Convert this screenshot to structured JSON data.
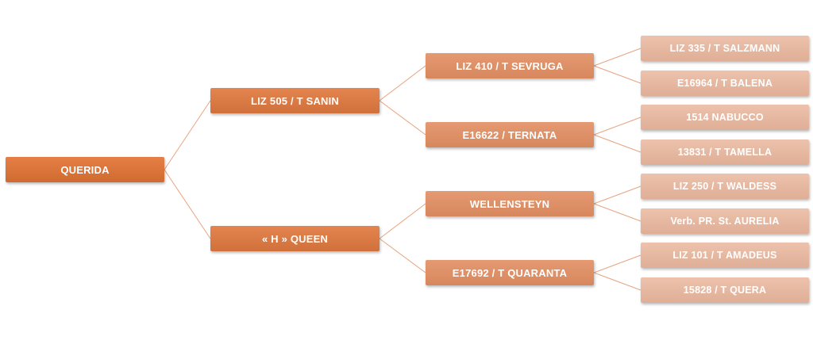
{
  "tree": {
    "root": "QUERIDA",
    "parents": {
      "sire": "LIZ 505 / T SANIN",
      "dam": "« H » QUEEN"
    },
    "grandparents": {
      "sire_sire": "LIZ 410 / T SEVRUGA",
      "sire_dam": "E16622 / TERNATA",
      "dam_sire": "WELLENSTEYN",
      "dam_dam": "E17692 / T QUARANTA"
    },
    "great_grandparents": [
      "LIZ 335 / T SALZMANN",
      "E16964 / T BALENA",
      "1514 NABUCCO",
      "13831 / T TAMELLA",
      "LIZ 250 / T WALDESS",
      "Verb. PR. St. AURELIA",
      "LIZ 101 / T AMADEUS",
      "15828 / T QUERA"
    ]
  },
  "colors": {
    "level0": "#d8733a",
    "level1": "#d97a45",
    "level2": "#dd9068",
    "level3": "#e7b9a2",
    "connector": "#e8a37e"
  }
}
